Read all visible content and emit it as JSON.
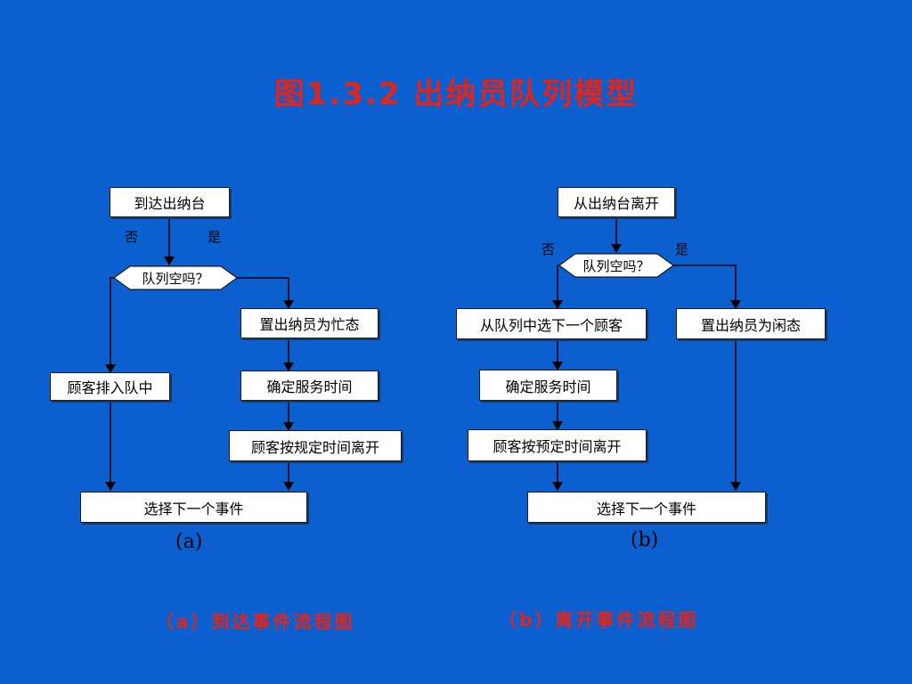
{
  "title": "图1.3.2  出纳员队列模型",
  "left": {
    "start": "到达出纳台",
    "decision": "队列空吗？",
    "no": "否",
    "yes": "是",
    "enqueue": "顾客排入队中",
    "set_busy": "置出纳员为忙态",
    "service_time": "确定服务时间",
    "depart_schedule": "顾客按规定时间离开",
    "next_event": "选择下一个事件",
    "sublabel": "(a)",
    "caption": "（a）到达事件流程图"
  },
  "right": {
    "start": "从出纳台离开",
    "decision": "队列空吗？",
    "no": "否",
    "yes": "是",
    "pick_next": "从队列中选下一个顾客",
    "set_idle": "置出纳员为闲态",
    "service_time": "确定服务时间",
    "depart_schedule": "顾客按预定时间离开",
    "next_event": "选择下一个事件",
    "sublabel": "(b)",
    "caption": "（b）离开事件流程图"
  },
  "colors": {
    "background": "#0b5fcf",
    "accent": "#e2241a"
  }
}
